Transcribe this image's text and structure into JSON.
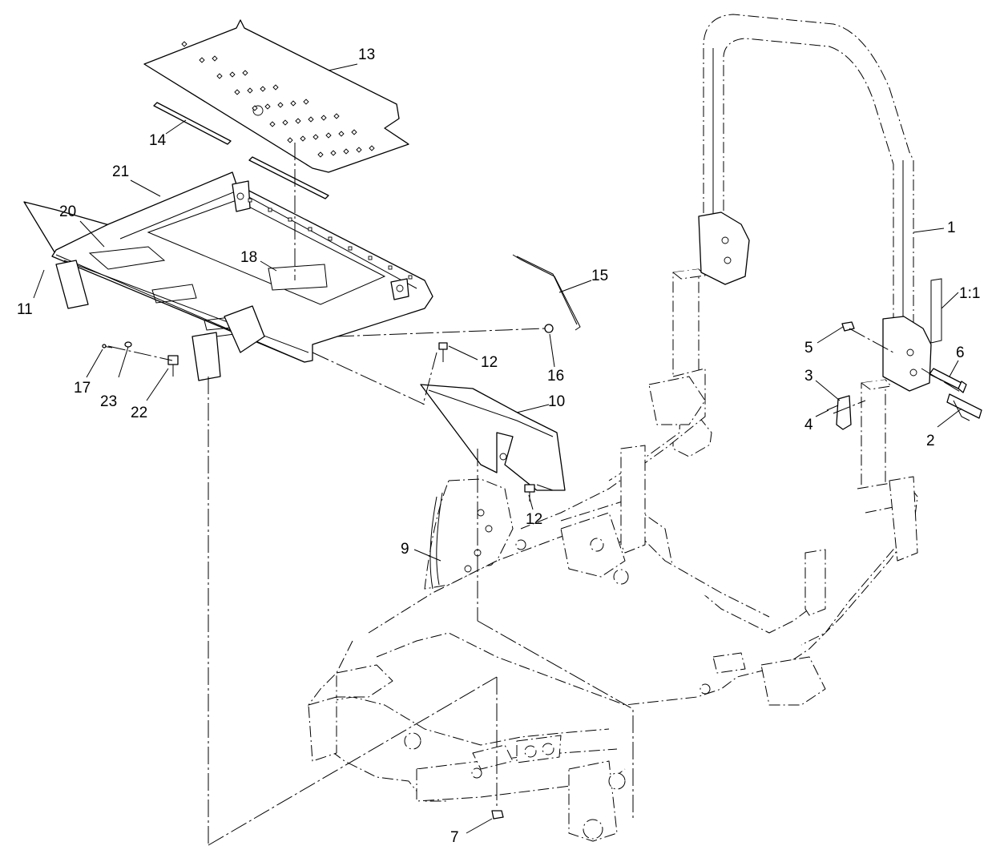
{
  "diagram": {
    "callouts": [
      {
        "id": "c1",
        "text": "1"
      },
      {
        "id": "c1_1",
        "text": "1:1"
      },
      {
        "id": "c2",
        "text": "2"
      },
      {
        "id": "c3",
        "text": "3"
      },
      {
        "id": "c4",
        "text": "4"
      },
      {
        "id": "c5",
        "text": "5"
      },
      {
        "id": "c6",
        "text": "6"
      },
      {
        "id": "c7",
        "text": "7"
      },
      {
        "id": "c9",
        "text": "9"
      },
      {
        "id": "c10",
        "text": "10"
      },
      {
        "id": "c11",
        "text": "11"
      },
      {
        "id": "c12a",
        "text": "12"
      },
      {
        "id": "c12b",
        "text": "12"
      },
      {
        "id": "c13",
        "text": "13"
      },
      {
        "id": "c14",
        "text": "14"
      },
      {
        "id": "c15",
        "text": "15"
      },
      {
        "id": "c16",
        "text": "16"
      },
      {
        "id": "c17",
        "text": "17"
      },
      {
        "id": "c18",
        "text": "18"
      },
      {
        "id": "c20",
        "text": "20"
      },
      {
        "id": "c21",
        "text": "21"
      },
      {
        "id": "c22",
        "text": "22"
      },
      {
        "id": "c23",
        "text": "23"
      }
    ]
  }
}
